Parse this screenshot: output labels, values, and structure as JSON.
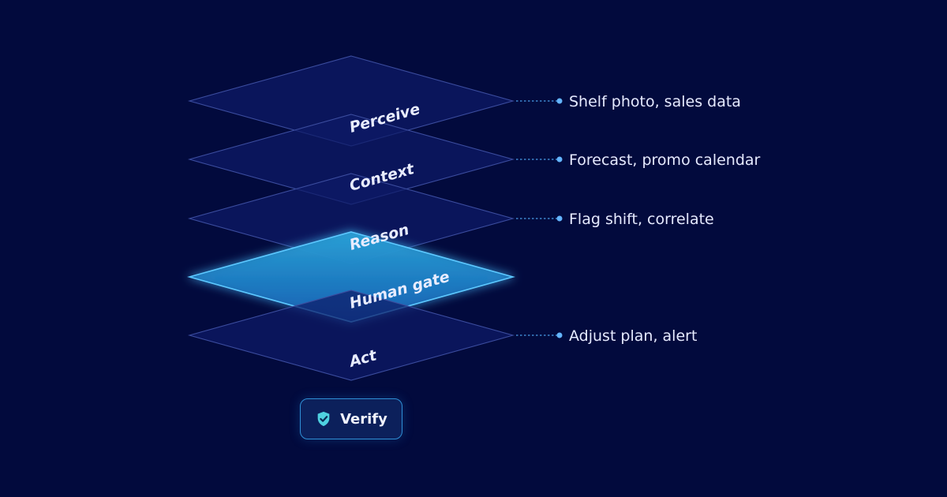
{
  "layers": [
    {
      "label": "Perceive",
      "annotation": "Shelf photo, sales data",
      "highlighted": false
    },
    {
      "label": "Context",
      "annotation": "Forecast, promo calendar",
      "highlighted": false
    },
    {
      "label": "Reason",
      "annotation": "Flag shift, correlate",
      "highlighted": false
    },
    {
      "label": "Human gate",
      "annotation": "",
      "highlighted": true
    },
    {
      "label": "Act",
      "annotation": "Adjust plan, alert",
      "highlighted": false
    }
  ],
  "verify": {
    "label": "Verify",
    "icon": "shield-check-icon"
  },
  "colors": {
    "background": "#020a3d",
    "layer_fill": "#0e1a66",
    "layer_stroke": "#3b4c9e",
    "highlight_fill": "#1a86c4",
    "highlight_stroke": "#5cc8ff",
    "connector": "#4a9ee8",
    "dot": "#64b5ff",
    "shield": "#4fd1e0"
  }
}
